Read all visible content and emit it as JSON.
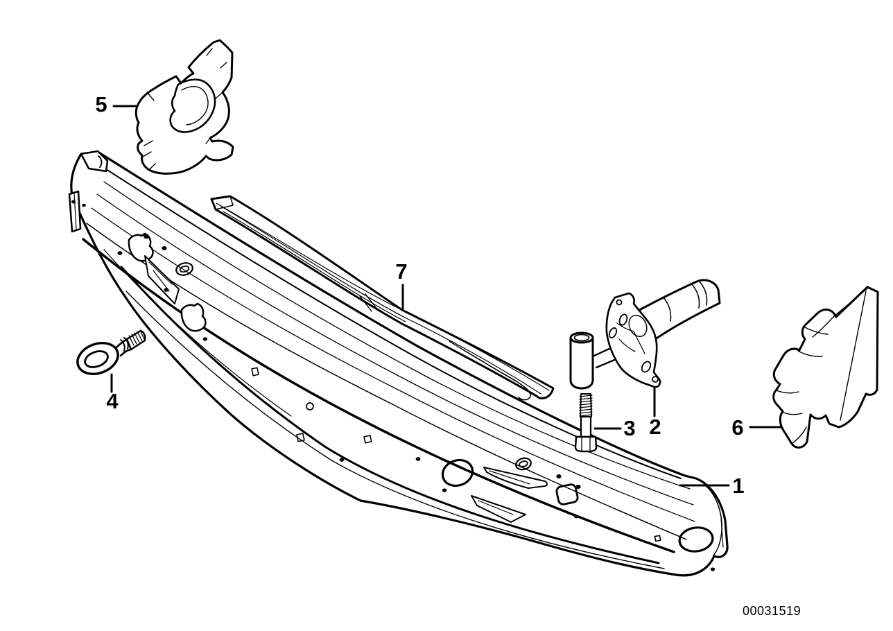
{
  "diagram": {
    "drawing_number": "00031519",
    "callouts": [
      {
        "label": "1"
      },
      {
        "label": "2"
      },
      {
        "label": "3"
      },
      {
        "label": "4"
      },
      {
        "label": "5"
      },
      {
        "label": "6"
      },
      {
        "label": "7"
      }
    ],
    "colors": {
      "background": "#ffffff",
      "line": "#000000"
    }
  }
}
